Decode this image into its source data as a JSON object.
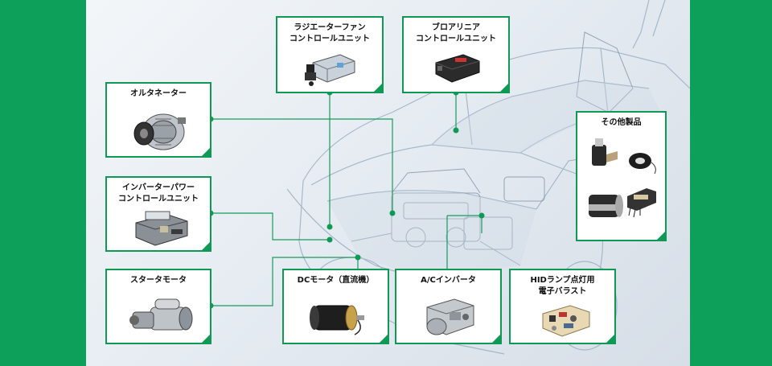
{
  "products": {
    "radiator_fan": "ラジエーターファン\nコントロールユニット",
    "blower_linear": "ブロアリニア\nコントロールユニット",
    "alternator": "オルタネーター",
    "inverter_power": "インバーターパワー\nコントロールユニット",
    "starter": "スタータモータ",
    "dc_motor": "DCモータ（直流機）",
    "ac_inverter": "A/Cインバータ",
    "hid_ballast": "HIDランプ点灯用\n電子バラスト",
    "other": "その他製品"
  },
  "colors": {
    "brand_green": "#0ca05a",
    "border_green": "#0e9a55",
    "background": "#e9eef3"
  }
}
